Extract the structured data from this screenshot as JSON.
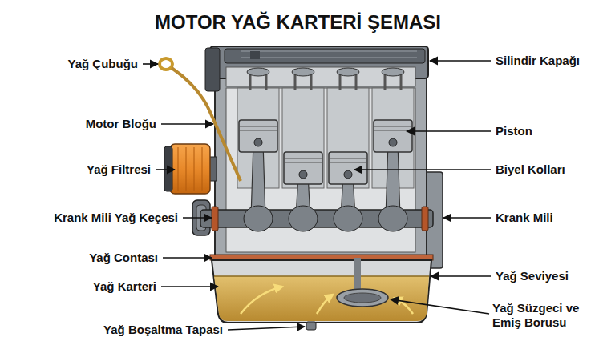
{
  "diagram": {
    "title": "MOTOR YAĞ KARTERİ ŞEMASI",
    "labels": [
      "Yağ Çubuğu",
      "Motor Bloğu",
      "Yağ Filtresi",
      "Krank Mili Yağ Keçesi",
      "Yağ Contası",
      "Yağ Karteri",
      "Yağ Boşaltma Tapası",
      "Silindir Kapağı",
      "Piston",
      "Biyel Kolları",
      "Krank Mili",
      "Yağ Seviyesi",
      "Yağ Süzgeci ve Emiş Borusu"
    ]
  }
}
